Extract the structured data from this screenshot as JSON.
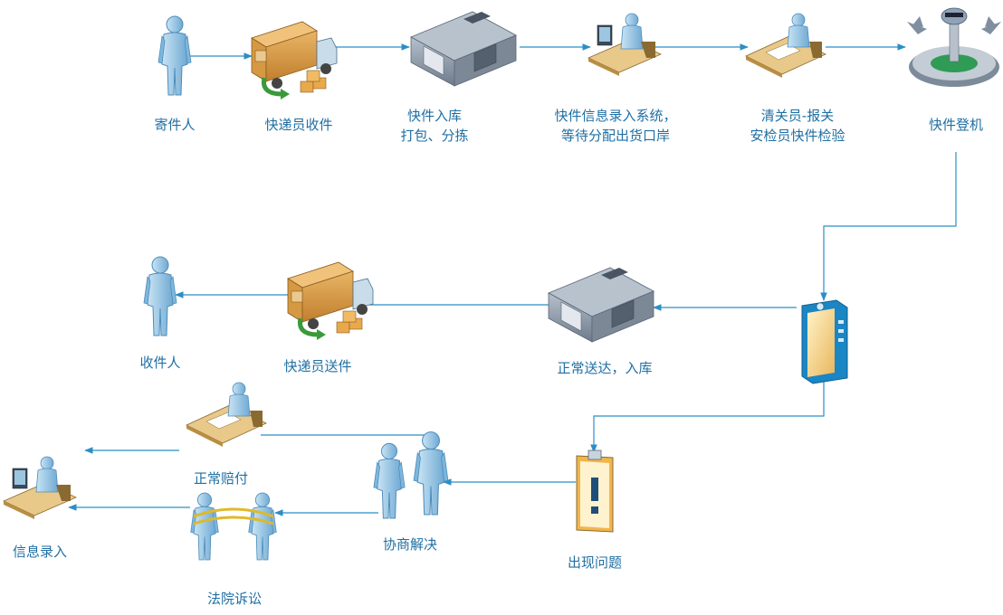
{
  "colors": {
    "connector": "#2b8fc4",
    "label": "#1f6fa3",
    "person": "#9ecbe6",
    "person_dark": "#5a9cc8",
    "truck_box": "#d69a45",
    "building": "#8a96a6",
    "desk": "#e8c98a",
    "alert": "#f1b64a"
  },
  "nodes": {
    "sender": {
      "label": "寄件人",
      "icon": "person-icon"
    },
    "courier_pickup": {
      "label": "快递员收件",
      "icon": "delivery-truck-icon"
    },
    "warehouse_in": {
      "label_lines": [
        "快件入库",
        "打包、分拣"
      ],
      "icon": "warehouse-icon"
    },
    "system_entry": {
      "label_lines": [
        "快件信息录入系统，",
        "等待分配出货口岸"
      ],
      "icon": "computer-operator-icon"
    },
    "customs": {
      "label_lines": [
        "清关员-报关",
        "安检员快件检验"
      ],
      "icon": "inspector-desk-icon"
    },
    "boarding": {
      "label": "快件登机",
      "icon": "airport-icon"
    },
    "device": {
      "label": "",
      "icon": "server-device-icon"
    },
    "delivered_in": {
      "label": "正常送达，入库",
      "icon": "warehouse-icon"
    },
    "courier_delivery": {
      "label": "快递员送件",
      "icon": "delivery-truck-icon"
    },
    "receiver": {
      "label": "收件人",
      "icon": "person-icon"
    },
    "problem": {
      "label": "出现问题",
      "icon": "alert-clipboard-icon"
    },
    "negotiate": {
      "label": "协商解决",
      "icon": "handshake-icon"
    },
    "compensation": {
      "label": "正常赔付",
      "icon": "payment-desk-icon"
    },
    "lawsuit": {
      "label": "法院诉讼",
      "icon": "tug-of-war-icon"
    },
    "info_entry": {
      "label": "信息录入",
      "icon": "computer-operator-icon"
    }
  }
}
